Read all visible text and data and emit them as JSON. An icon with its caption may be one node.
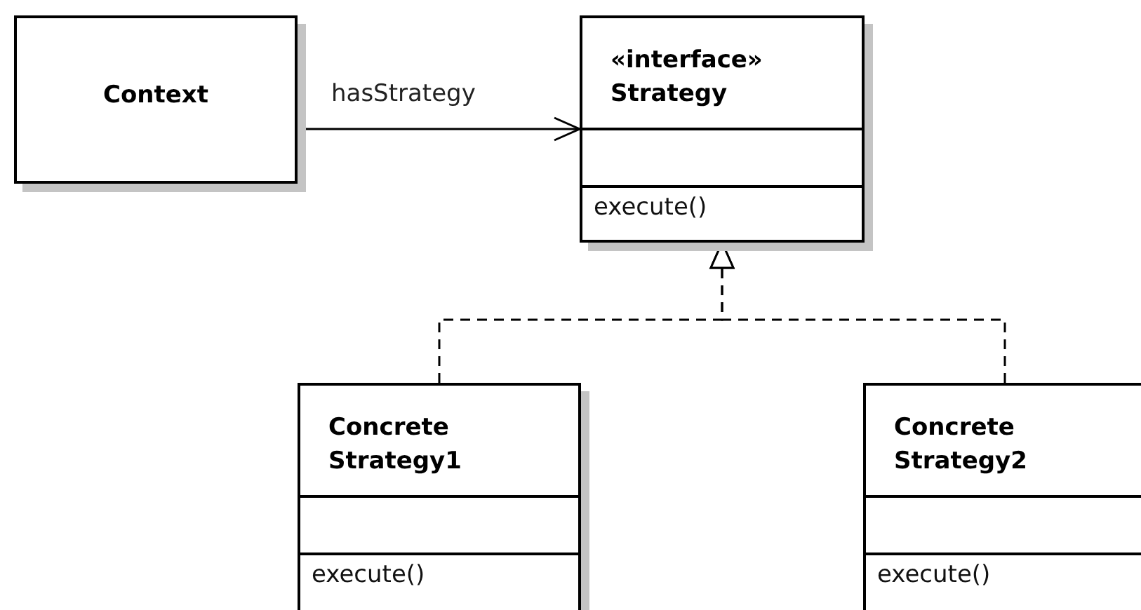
{
  "diagram": {
    "nodes": [
      {
        "text": [
          "Context"
        ]
      },
      {
        "text": [
          "«interface» Strategy",
          "execute()"
        ]
      },
      {
        "text": [
          "Concrete Strategy1",
          "execute()"
        ]
      },
      {
        "text": [
          "Concrete Strategy2",
          "execute()"
        ]
      }
    ],
    "edges": [
      {
        "from": 0,
        "to": 1,
        "arrow": "to",
        "label": "hasStrategy"
      },
      {
        "from": 2,
        "to": 1,
        "arrow": "to",
        "style": "dashed"
      },
      {
        "from": 3,
        "to": 1,
        "arrow": "to",
        "style": "dashed"
      }
    ]
  }
}
